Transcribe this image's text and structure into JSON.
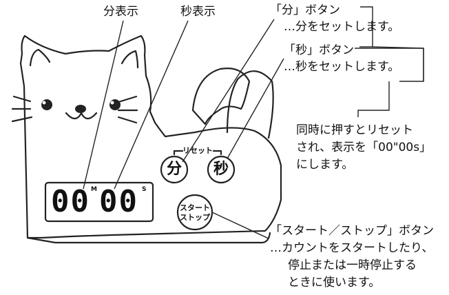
{
  "callouts": {
    "minute_display": "分表示",
    "second_display": "秒表示",
    "minute_button_title": "「分」ボタン",
    "minute_button_desc": "…分をセットします。",
    "second_button_title": "「秒」ボタン",
    "second_button_desc": "…秒をセットします。",
    "reset_line1": "同時に押すとリセット",
    "reset_line2": "され、表示を「00\"00s」",
    "reset_line3": "にします。",
    "startstop_title": "「スタート／ストップ」ボタン",
    "startstop_desc1": "…カウントをスタートしたり、",
    "startstop_desc2": "停止または一時停止する",
    "startstop_desc3": "ときに使います。"
  },
  "device": {
    "reset_label": "リセット",
    "minute_button": "分",
    "second_button": "秒",
    "startstop_line1": "スタート",
    "startstop_line2": "ストップ",
    "display_minutes": "00",
    "display_seconds": "00",
    "minute_unit": "M",
    "second_unit": "S"
  }
}
